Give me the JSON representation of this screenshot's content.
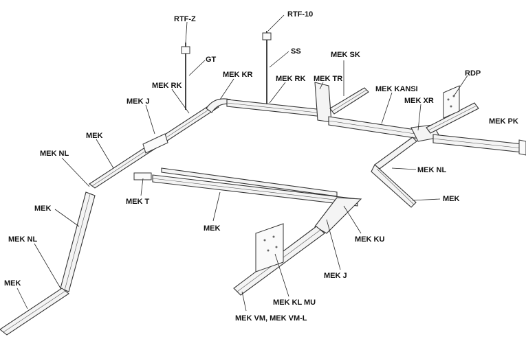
{
  "labels": {
    "rtf_z": "RTF-Z",
    "rtf_10": "RTF-10",
    "gt": "GT",
    "ss": "SS",
    "mek_sk": "MEK SK",
    "rdp": "RDP",
    "mek_rk_left": "MEK RK",
    "mek_kr": "MEK KR",
    "mek_rk_center": "MEK RK",
    "mek_tr": "MEK TR",
    "mek_kansi": "MEK KANSI",
    "mek_xr": "MEK XR",
    "mek_j_top": "MEK J",
    "mek_pk": "MEK PK",
    "mek_top_left": "MEK",
    "mek_nl_top": "MEK NL",
    "mek_nl_right": "MEK NL",
    "mek_t": "MEK T",
    "mek_right": "MEK",
    "mek_left_mid": "MEK",
    "mek_center": "MEK",
    "mek_ku": "MEK KU",
    "mek_nl_left": "MEK NL",
    "mek_bottom_left": "MEK",
    "mek_j_bottom": "MEK J",
    "mek_kl_mu": "MEK KL MU",
    "mek_vm": "MEK VM, MEK VM-L"
  }
}
